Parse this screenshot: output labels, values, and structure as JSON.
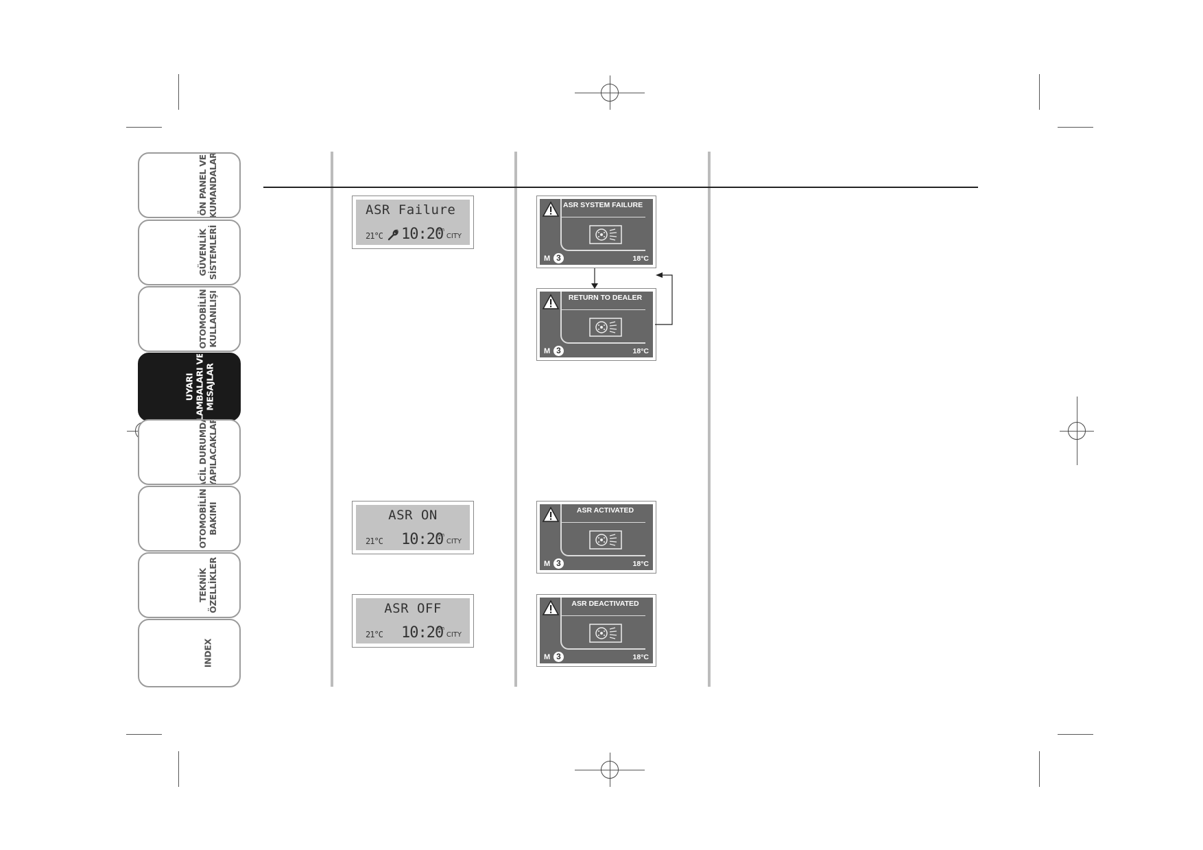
{
  "side_tabs": [
    {
      "lines": [
        "ÖN PANEL VE",
        "KUMANDALAR"
      ],
      "active": false
    },
    {
      "lines": [
        "GÜVENLİK",
        "SİSTEMLERİ"
      ],
      "active": false
    },
    {
      "lines": [
        "OTOMOBİLİN",
        "KULLANILIŞI"
      ],
      "active": false
    },
    {
      "lines": [
        "UYARI",
        "LAMBALARI VE",
        "MESAJLAR"
      ],
      "active": true
    },
    {
      "lines": [
        "ACİL DURUMDA",
        "YAPILACAKLAR"
      ],
      "active": false
    },
    {
      "lines": [
        "OTOMOBİLİN",
        "BAKIMI"
      ],
      "active": false
    },
    {
      "lines": [
        "TEKNİK",
        "ÖZELLİKLER"
      ],
      "active": false
    },
    {
      "lines": [
        "INDEX"
      ],
      "active": false
    }
  ],
  "lcd_displays": [
    {
      "message": "ASR Failure",
      "temp": "21°C",
      "has_wrench": true,
      "time": "10:20",
      "ampm": "am",
      "mode": "CITY"
    },
    {
      "message": "ASR ON",
      "temp": "21°C",
      "has_wrench": false,
      "time": "10:20",
      "ampm": "am",
      "mode": "CITY"
    },
    {
      "message": "ASR OFF",
      "temp": "21°C",
      "has_wrench": false,
      "time": "10:20",
      "ampm": "am",
      "mode": "CITY"
    }
  ],
  "tft_displays": [
    {
      "title": "ASR SYSTEM FAILURE",
      "m_label": "M",
      "m_number": "3",
      "temp": "18°C"
    },
    {
      "title": "RETURN TO DEALER",
      "m_label": "M",
      "m_number": "3",
      "temp": "18°C"
    },
    {
      "title": "ASR ACTIVATED",
      "m_label": "M",
      "m_number": "3",
      "temp": "18°C"
    },
    {
      "title": "ASR DEACTIVATED",
      "m_label": "M",
      "m_number": "3",
      "temp": "18°C"
    }
  ]
}
